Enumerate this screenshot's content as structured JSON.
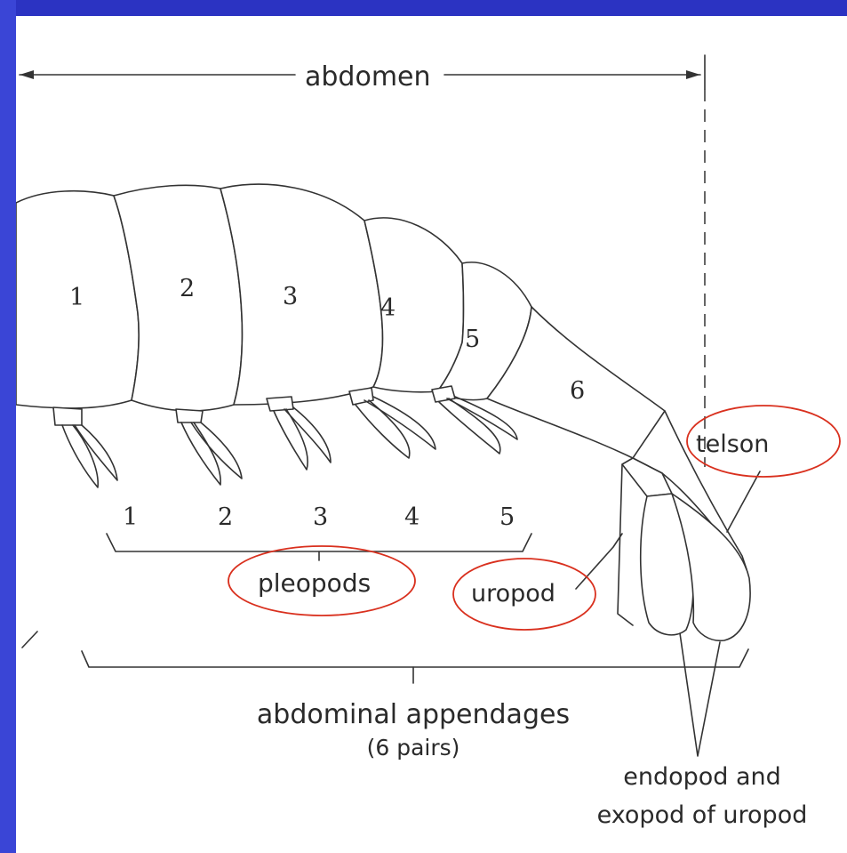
{
  "diagram": {
    "header_label": "abdomen",
    "segment_numbers": [
      "1",
      "2",
      "3",
      "4",
      "5",
      "6"
    ],
    "pleopod_numbers": [
      "1",
      "2",
      "3",
      "4",
      "5"
    ],
    "labels": {
      "pleopods": "pleopods",
      "uropod": "uropod",
      "telson": "telson",
      "appendages_line1": "abdominal appendages",
      "appendages_line2": "(6 pairs)",
      "endo_exo_line1": "endopod and",
      "endo_exo_line2": "exopod of uropod"
    },
    "highlight_color": "#d9301e",
    "frame_color": "#2f37c8"
  }
}
